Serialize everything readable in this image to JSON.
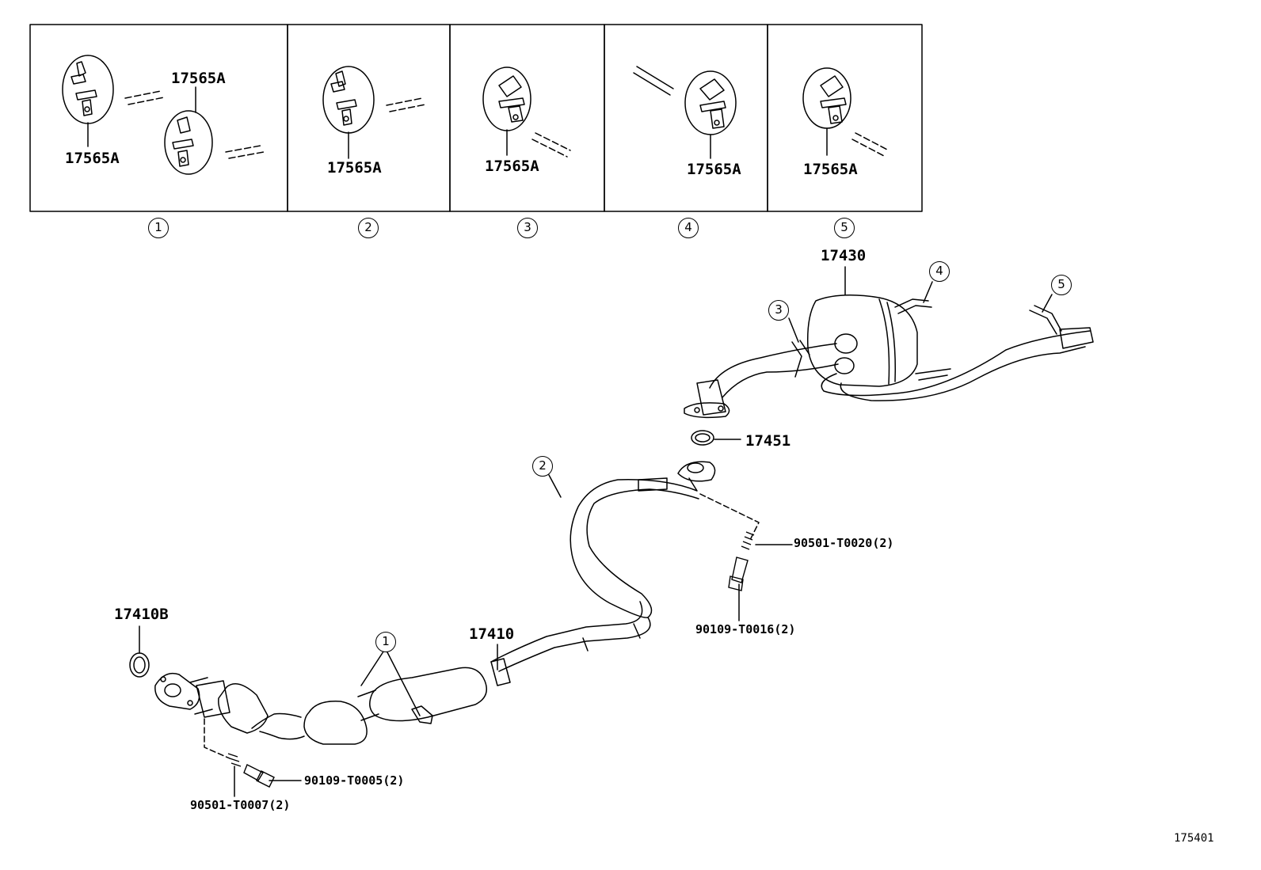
{
  "insets": [
    {
      "number": "1",
      "part_labels": [
        "17565A",
        "17565A"
      ]
    },
    {
      "number": "2",
      "part_labels": [
        "17565A"
      ]
    },
    {
      "number": "3",
      "part_labels": [
        "17565A"
      ]
    },
    {
      "number": "4",
      "part_labels": [
        "17565A"
      ]
    },
    {
      "number": "5",
      "part_labels": [
        "17565A"
      ]
    }
  ],
  "parts": {
    "muffler": "17430",
    "gasket_rear": "17451",
    "gasket_front": "17410B",
    "front_pipe": "17410",
    "spring_rear": "90501-T0020(2)",
    "bolt_rear": "90109-T0016(2)",
    "bolt_front": "90109-T0005(2)",
    "spring_front": "90501-T0007(2)"
  },
  "callouts": {
    "c1": "1",
    "c2": "2",
    "c3": "3",
    "c4": "4",
    "c5": "5"
  },
  "figure_number": "175401"
}
